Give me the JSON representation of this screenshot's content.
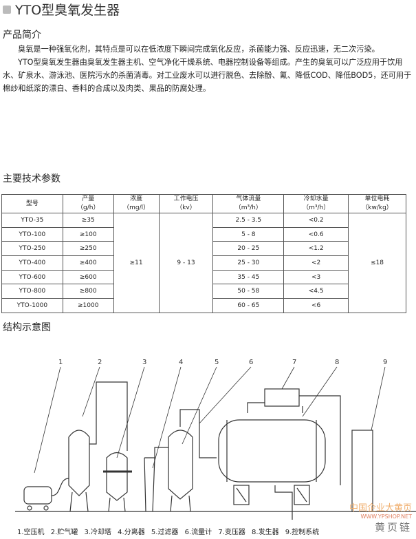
{
  "title": "YTO型臭氧发生器",
  "intro": {
    "heading": "产品简介",
    "p1": "臭氧是一种强氧化剂，其特点是可以在低浓度下瞬间完成氧化反应，杀菌能力强、反应迅速，无二次污染。",
    "p2": "YTO型臭氧发生器由臭氧发生器主机、空气净化干燥系统、电器控制设备等组成。产生的臭氧可以广泛应用于饮用水、矿泉水、游泳池、医院污水的杀菌消毒。对工业废水可以进行脱色、去除酚、氰、降低COD、降低BOD5，还可用于棉纱和纸浆的漂白、香料的合成以及肉类、果品的防腐处理。"
  },
  "specs": {
    "heading": "主要技术参数",
    "headers": [
      [
        "型号",
        ""
      ],
      [
        "产量",
        "（g/h）"
      ],
      [
        "浓度",
        "（mg/l）"
      ],
      [
        "工作电压",
        "（kv）"
      ],
      [
        "气体流量",
        "（m³/h）"
      ],
      [
        "冷却水量",
        "（m³/h）"
      ],
      [
        "单位电耗",
        "（kw/kg）"
      ]
    ],
    "rows": [
      [
        "YTO-35",
        "≥35",
        "2.5 - 3.5",
        "<0.2"
      ],
      [
        "YTO-100",
        "≥100",
        "5 - 8",
        "<0.6"
      ],
      [
        "YTO-250",
        "≥250",
        "20 - 25",
        "<1.2"
      ],
      [
        "YTO-400",
        "≥400",
        "25 - 30",
        "<2"
      ],
      [
        "YTO-600",
        "≥600",
        "35 - 45",
        "<3"
      ],
      [
        "YTO-800",
        "≥800",
        "50 - 58",
        "<4.5"
      ],
      [
        "YTO-1000",
        "≥1000",
        "60 - 65",
        "<6"
      ]
    ],
    "concentration": "≥11",
    "voltage": "9 - 13",
    "power": "≤18"
  },
  "diagram": {
    "heading": "结构示意图",
    "numbers": [
      "1",
      "2",
      "3",
      "4",
      "5",
      "6",
      "7",
      "8",
      "9"
    ],
    "legend": "1.空压机 2.贮气罐 3.冷却塔 4.分离器 5.过滤器 6.流量计 7.变压器 8.发生器 9.控制系统"
  },
  "watermark": {
    "line1": "中国企业大黄页",
    "line2": "WWW.YPSHOP.NET",
    "line3": "黄页链"
  }
}
